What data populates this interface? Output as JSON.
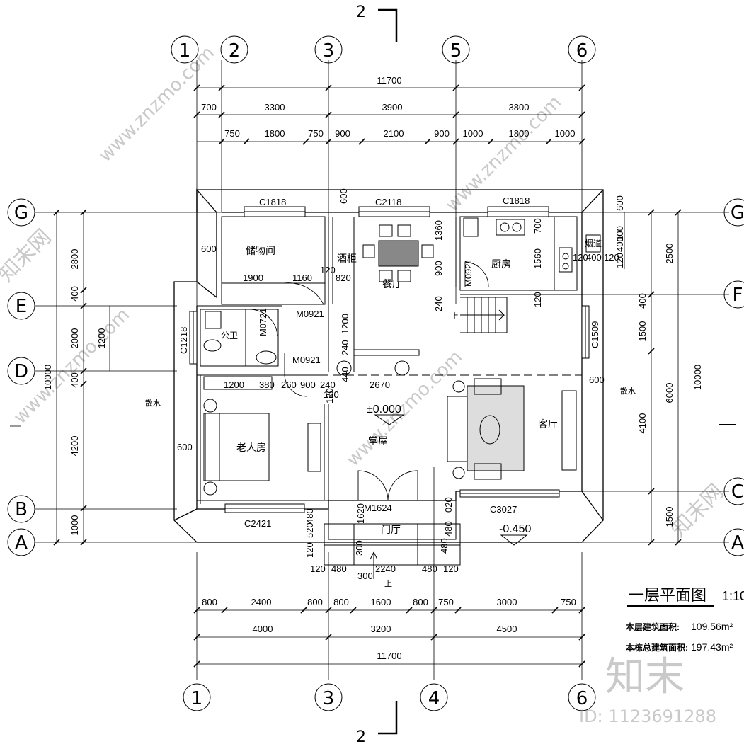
{
  "drawing": {
    "title": "一层平面图",
    "scale": "1:10",
    "floor_area_label": "本层建筑面积:",
    "floor_area_value": "109.56m²",
    "total_area_label": "本栋总建筑面积:",
    "total_area_value": "197.43m²",
    "section_mark": "2"
  },
  "axes": {
    "top": [
      "1",
      "2",
      "3",
      "5",
      "6"
    ],
    "bottom": [
      "1",
      "3",
      "4",
      "6"
    ],
    "left": [
      "G",
      "E",
      "D",
      "B",
      "A"
    ],
    "right": [
      "G",
      "F",
      "C",
      "A"
    ]
  },
  "dimensions": {
    "top_total": "11700",
    "top_row1": [
      "700",
      "3300",
      "3900",
      "3800"
    ],
    "top_row2": [
      "750",
      "1800",
      "750",
      "900",
      "2100",
      "900",
      "1000",
      "1800",
      "1000"
    ],
    "bottom_row1": [
      "800",
      "2400",
      "800",
      "800",
      "1600",
      "800",
      "750",
      "3000",
      "750"
    ],
    "bottom_row2": [
      "4000",
      "3200",
      "4500"
    ],
    "bottom_total": "11700",
    "left_total": "10000",
    "left_row": [
      "2800",
      "400",
      "2000",
      "400",
      "4200",
      "1000"
    ],
    "left_inner": "1200",
    "right_total": "10000",
    "right_row1": [
      "2500",
      "6000",
      "1500"
    ],
    "right_row2": [
      "400",
      "1500",
      "4100"
    ],
    "right_small": [
      "600",
      "100",
      "400",
      "120"
    ],
    "misc": [
      "600",
      "600",
      "600",
      "600",
      "1900",
      "1160",
      "120",
      "820",
      "1360",
      "900",
      "700",
      "1560",
      "120",
      "400",
      "120",
      "240",
      "120",
      "1200",
      "240",
      "440",
      "120",
      "2670",
      "1200",
      "380",
      "260",
      "900",
      "240",
      "120",
      "1620",
      "020",
      "480",
      "520",
      "480",
      "120",
      "300",
      "480",
      "2240",
      "480",
      "120",
      "300",
      "480",
      "120"
    ]
  },
  "rooms": {
    "storage": "储物间",
    "wine": "酒柜",
    "dining": "餐厅",
    "kitchen": "厨房",
    "flue": "烟道",
    "wc": "公卫",
    "elder": "老人房",
    "hall": "堂屋",
    "living": "客厅",
    "foyer": "门厅"
  },
  "openings": {
    "win_storage": "C1818",
    "win_dining": "C2118",
    "win_kitchen": "C1818",
    "win_wc": "C1218",
    "win_living_side": "C1509",
    "win_elder": "C2421",
    "win_living": "C3027",
    "door_kitchen": "M0921",
    "door_wc": "M0721",
    "door_storage": "M0921",
    "door_elder": "M0921",
    "door_main": "M1624"
  },
  "levels": {
    "hall": "±0.000",
    "outside": "-0.450"
  },
  "notes": {
    "apron_left": "散水",
    "apron_right": "散水",
    "up_stair": "上",
    "up_step": "上"
  },
  "watermark": {
    "url": "www.znzmo.com",
    "brand": "知末网",
    "logo": "知末",
    "id": "ID: 1123691288"
  }
}
